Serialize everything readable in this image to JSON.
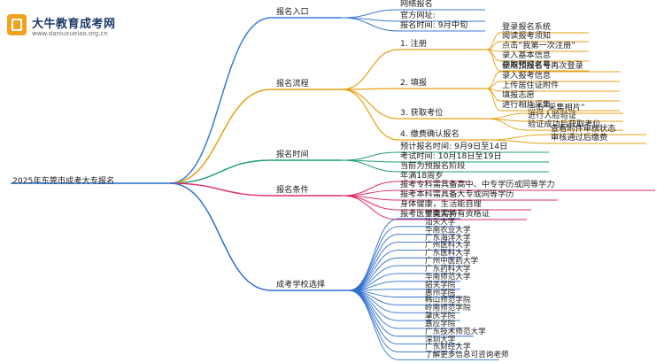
{
  "logo": {
    "title": "大牛教育成考网",
    "url": "www.daniuxueiao.org.cn",
    "brand_color": "#f4a21d"
  },
  "root": "2025年东莞市成考大专报名",
  "colors": {
    "entry": "#3a7bd5",
    "process": "#e6a115",
    "time": "#1f9e76",
    "conditions": "#e52e6a",
    "schools": "#2f6fd0"
  },
  "branches": {
    "entry": {
      "label": "报名入口",
      "leaves": [
        "网络报名",
        "官方网址:",
        "报名时间: 9月中旬"
      ]
    },
    "process": {
      "label": "报名流程",
      "steps": [
        {
          "label": "1. 注册",
          "leaves": [
            "登录报名系统",
            "阅读报考须知",
            "点击“我第一次注册”",
            "录入基本信息",
            "获取预报名号"
          ]
        },
        {
          "label": "2. 填报",
          "leaves": [
            "使用预报名号再次登录",
            "录入报考信息",
            "上传居住证附件",
            "填报志愿",
            "进行相片采集"
          ]
        },
        {
          "label": "3. 获取考位",
          "leaves": [
            "点击“采集相片”",
            "进行人脸验证",
            "验证成功后获取考位"
          ]
        },
        {
          "label": "4. 缴费确认报名",
          "leaves": [
            "查看附件审核状态",
            "审核通过后缴费"
          ]
        }
      ]
    },
    "time": {
      "label": "报名时间",
      "leaves": [
        "预计报名时间: 9月9日至14日",
        "考试时间: 10月18日至19日",
        "当前为预报名阶段"
      ]
    },
    "conditions": {
      "label": "报名条件",
      "leaves": [
        "年满18周岁",
        "报考专科需具备高中、中专学历或同等学力",
        "报考本科需具备大专或同等学历",
        "身体健康，生活能自理",
        "报考医学类需持有资格证"
      ]
    },
    "schools": {
      "label": "成考学校选择",
      "leaves": [
        "暨南大学",
        "汕头大学",
        "华南农业大学",
        "广东海洋大学",
        "广州医科大学",
        "广东医科大学",
        "广州中医药大学",
        "广东药科大学",
        "华南师范大学",
        "韶关学院",
        "惠州学院",
        "韩山师范学院",
        "岭南师范学院",
        "肇庆学院",
        "嘉应学院",
        "广东技术师范大学",
        "深圳大学",
        "广东财经大学",
        "了解更多信息可咨询老师"
      ]
    }
  }
}
